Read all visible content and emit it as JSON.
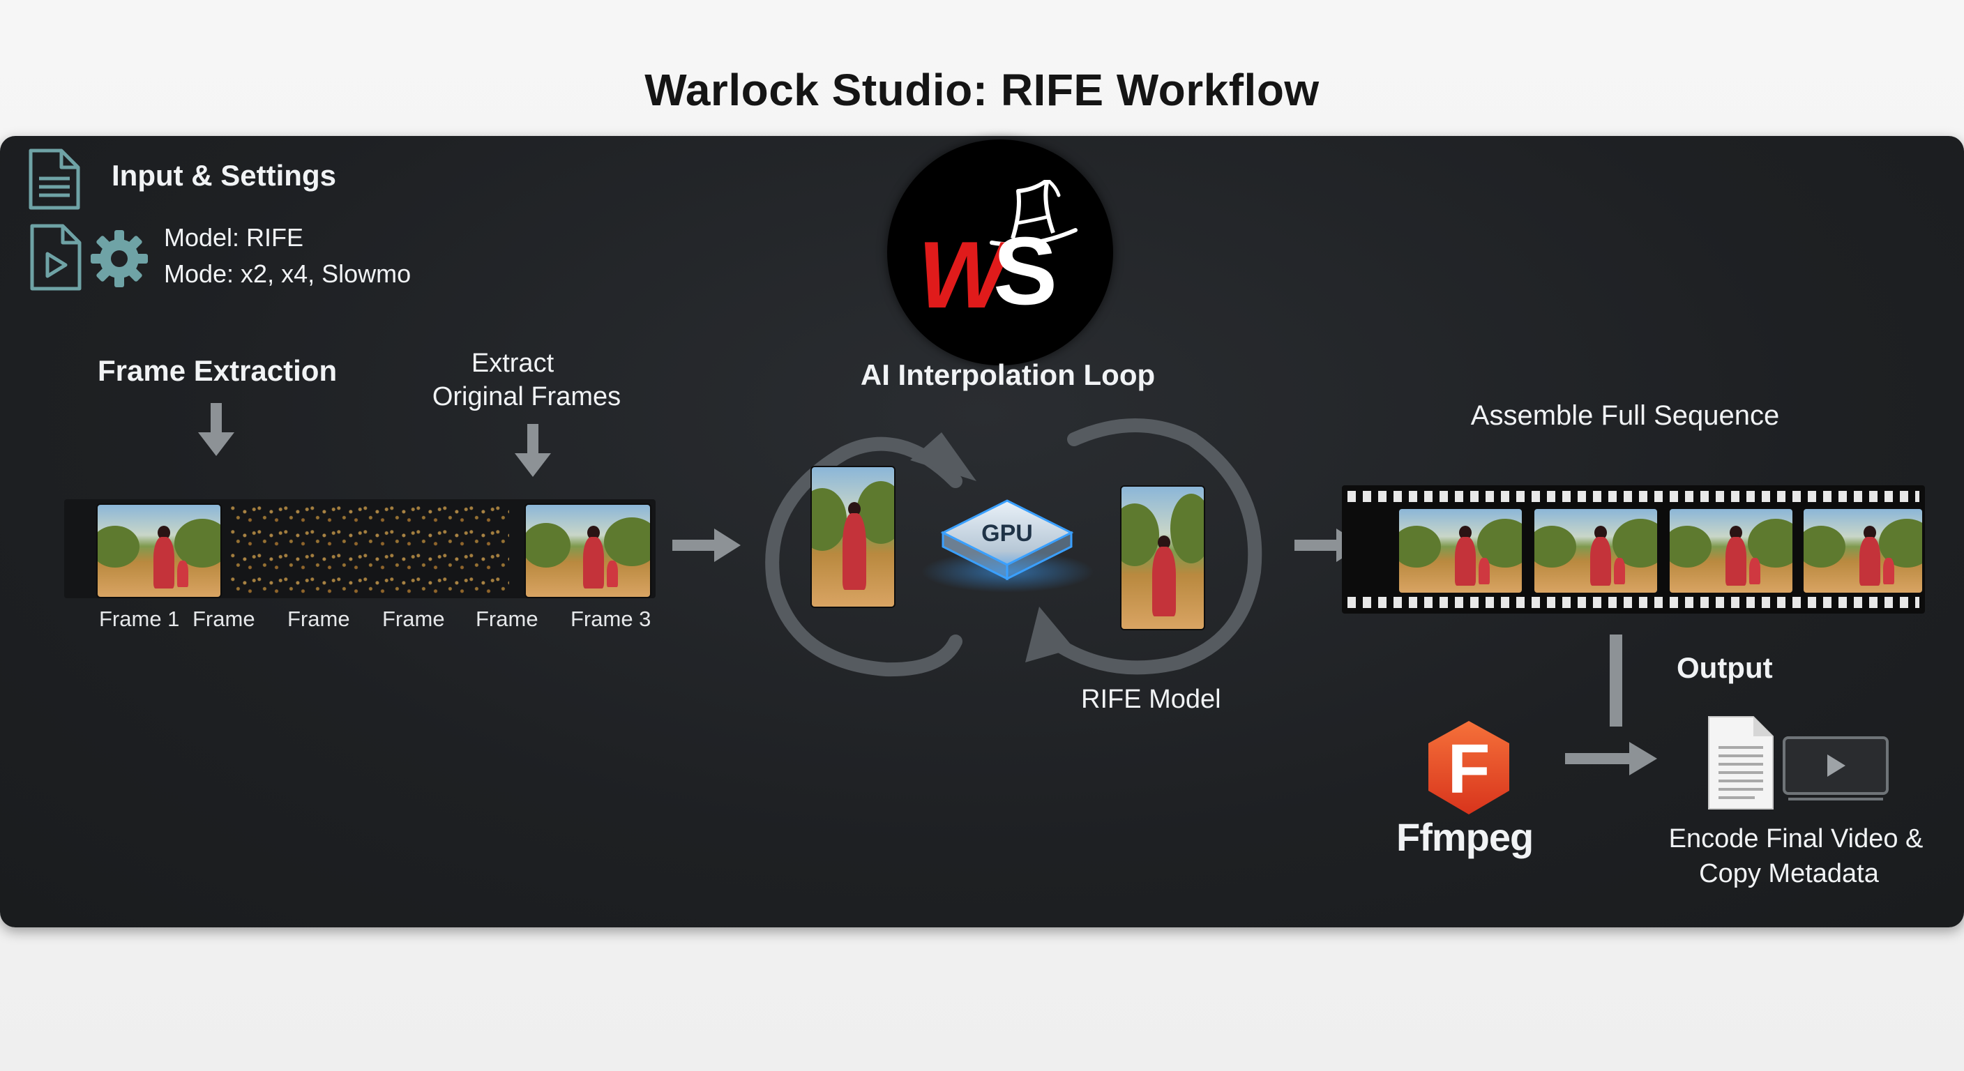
{
  "title": "Warlock Studio: RIFE Workflow",
  "logo": {
    "text_w": "W",
    "text_s": "S",
    "accent": "#e01b1b"
  },
  "input_settings": {
    "heading": "Input & Settings",
    "model": "Model: RIFE",
    "mode": "Mode: x2, x4, Slowmo"
  },
  "frame_extraction": {
    "heading": "Frame Extraction",
    "extract_label_1": "Extract",
    "extract_label_2": "Original Frames",
    "frame_labels": [
      "Frame 1",
      "Frame",
      "Frame",
      "Frame",
      "Frame",
      "Frame 3"
    ]
  },
  "interpolation": {
    "heading": "AI Interpolation Loop",
    "chip_label": "GPU",
    "model_label": "RIFE Model"
  },
  "assemble": {
    "heading": "Assemble Full Sequence"
  },
  "output": {
    "heading": "Output",
    "ffmpeg_letter": "F",
    "ffmpeg_label": "Ffmpeg",
    "encode_line_1": "Encode Final Video &",
    "encode_line_2": "Copy Metadata"
  },
  "colors": {
    "panel": "#1e2023",
    "icon_teal": "#6fa3a6",
    "ffmpeg_orange": "#e8471e",
    "gpu_glow": "#3aa0ff"
  }
}
